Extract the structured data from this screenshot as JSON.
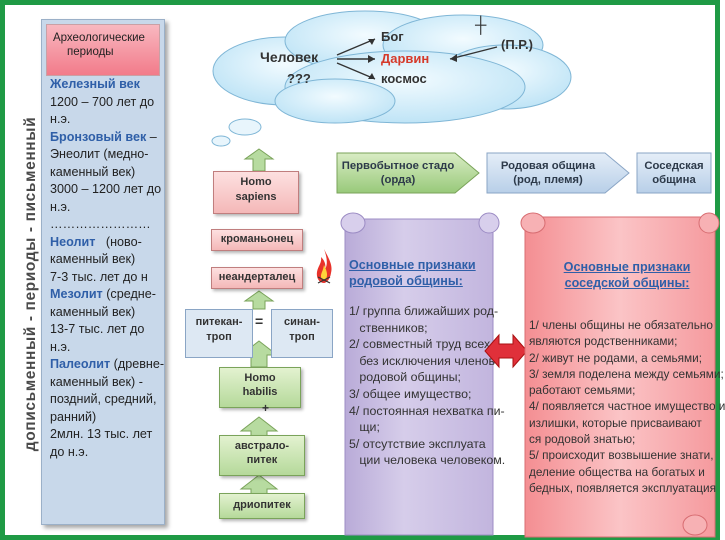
{
  "side_label": "дописьменный - периоды - письменный",
  "periods_panel": {
    "header": [
      "Археологические",
      "периоды"
    ],
    "eras": [
      {
        "title": "Железный век",
        "lines": [
          "1200 – 700 лет до",
          "н.э."
        ]
      },
      {
        "title": "Бронзовый век",
        "suffix": " –",
        "lines": [
          "Энеолит (медно-",
          "каменный век)",
          "3000 – 1200 лет до",
          "н.э.",
          "……………………"
        ]
      },
      {
        "title": "Неолит",
        "suffix": "   (ново-",
        "lines": [
          "каменный век)",
          "7-3 тыс. лет до н"
        ]
      },
      {
        "title": "Мезолит",
        "suffix": " (средне-",
        "lines": [
          "каменный век)",
          "13-7 тыс. лет до",
          "н.э."
        ]
      },
      {
        "title": "Палеолит",
        "suffix": " (древне-",
        "lines": [
          "каменный век) -",
          "поздний, средний,",
          "ранний)",
          "2млн. 13 тыс. лет",
          "до н.э."
        ]
      }
    ]
  },
  "cloud": {
    "chelovek": "Человек",
    "question": "???",
    "bog": "Бог",
    "darvin": "Дарвин",
    "kosmos": "космос",
    "pr": "(П.Р.)",
    "cross": "┼"
  },
  "chain": {
    "stage1": [
      "Первобытное стадо",
      "(орда)"
    ],
    "stage2": [
      "Родовая община",
      "(род, племя)"
    ],
    "stage3": [
      "Соседская",
      "община"
    ]
  },
  "evolution": {
    "homo_sapiens": [
      "Homo",
      "sapiens"
    ],
    "cromagnon": "кроманьонец",
    "neanderthal": "неандерталец",
    "pithecanthropus": [
      "питекан-",
      "троп"
    ],
    "equals": "=",
    "sinanthropus": [
      "синан-",
      "троп"
    ],
    "homo_habilis": [
      "Homo",
      "habilis"
    ],
    "australopithecus": [
      "австрало-",
      "питек"
    ],
    "dryopithecus": "дриопитек",
    "plus": "+"
  },
  "clan_scroll": {
    "title": [
      "Основные признаки",
      "родовой общины:"
    ],
    "items": [
      "1/ группа ближайших род-",
      "   ственников;",
      "2/ совместный труд всех",
      "   без исключения членов",
      "   родовой общины;",
      "3/ общее имущество;",
      "4/ постоянная нехватка пи-",
      "   щи;",
      "5/ отсутствие эксплуата",
      "   ции человека человеком."
    ]
  },
  "neighbor_scroll": {
    "title": [
      "Основные признаки",
      "соседской общины:"
    ],
    "items": [
      "1/ члены общины не обязательно",
      "являются родственниками;",
      "2/ живут не родами, а семьями;",
      "3/ земля поделена между семьями;",
      "работают семьями;",
      "4/ появляется частное имущество и",
      "излишки, которые присваивают",
      "ся родовой знатью;",
      "5/ происходит возвышение знати,",
      "деление общества на богатых и",
      "бедных, появляется эксплуатация"
    ]
  },
  "colors": {
    "frame": "#1f9a45",
    "title_blue": "#2f5fa8",
    "darvin_red": "#d63a2a",
    "clan_purple": "#c9bde0",
    "neighbor_pink": "#f4a3a6"
  }
}
